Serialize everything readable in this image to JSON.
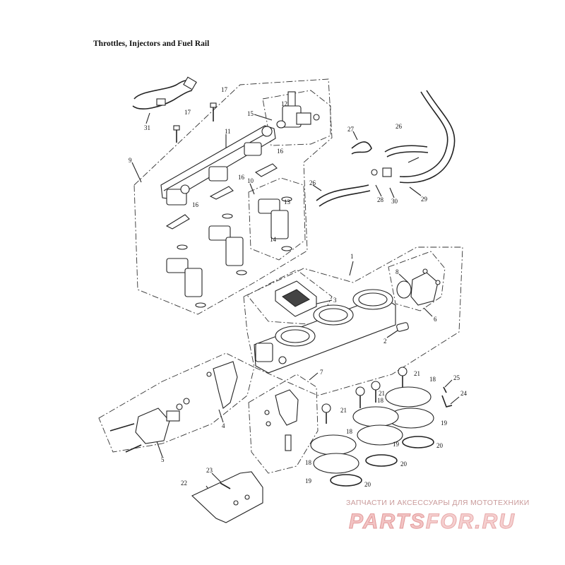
{
  "page": {
    "title": "Throttles, Injectors and Fuel Rail"
  },
  "callouts": [
    "1",
    "2",
    "3",
    "4",
    "5",
    "6",
    "7",
    "8",
    "9",
    "10",
    "11",
    "12",
    "13",
    "14",
    "15",
    "16",
    "17",
    "18",
    "19",
    "20",
    "21",
    "22",
    "23",
    "24",
    "25",
    "26",
    "27",
    "28",
    "29",
    "30",
    "31"
  ],
  "watermark": {
    "tagline": "ЗАПЧАСТИ И АКСЕССУАРЫ ДЛЯ МОТОТЕХНИКИ",
    "logo_left": "PARTS",
    "logo_right": "FOR.RU"
  },
  "colors": {
    "line": "#222222",
    "watermark": "#e39a9a"
  }
}
